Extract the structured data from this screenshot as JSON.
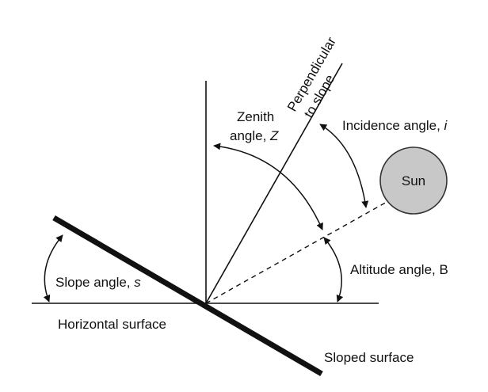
{
  "labels": {
    "perpendicular_line1": "Perpendicular",
    "perpendicular_line2": "to slope",
    "zenith_line1": "Zenith",
    "zenith_line2": "angle, ",
    "zenith_symbol": "Z",
    "incidence": "Incidence angle, ",
    "incidence_symbol": "i",
    "sun": "Sun",
    "altitude": "Altitude angle, B",
    "slope": "Slope angle, ",
    "slope_symbol": "s",
    "horizontal": "Horizontal surface",
    "sloped": "Sloped surface"
  },
  "colors": {
    "line": "#111111",
    "sun_fill": "#c8c8c8",
    "sun_stroke": "#333333"
  }
}
